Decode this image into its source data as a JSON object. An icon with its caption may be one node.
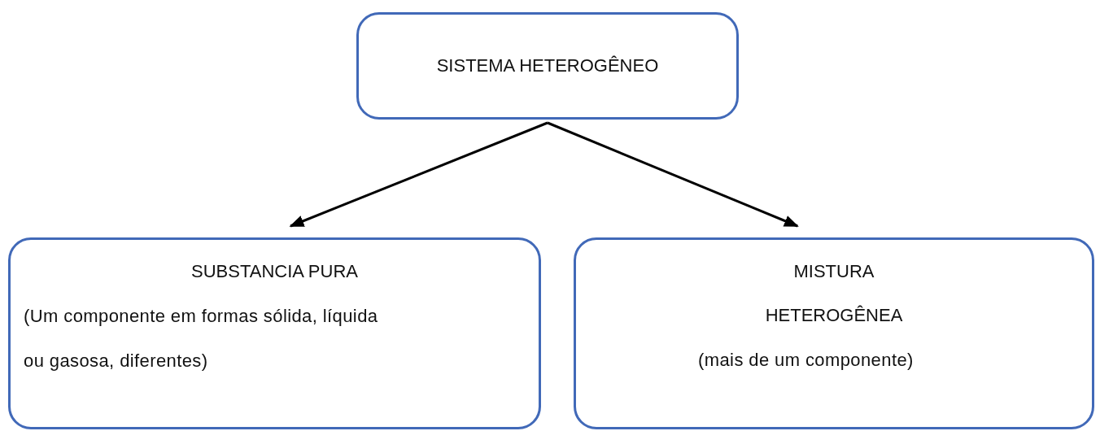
{
  "diagram": {
    "nodes": [
      {
        "text": [
          "SISTEMA HETEROGÊNEO"
        ]
      },
      {
        "text": [
          "SUBSTANCIA PURA",
          "(Um componente em formas sólida, líquida ou gasosa, diferentes)"
        ]
      },
      {
        "text": [
          "MISTURA HETEROGÊNEA",
          "(mais de um componente)"
        ]
      }
    ],
    "edges": [
      {
        "from": 0,
        "to": 1,
        "arrow": "to"
      },
      {
        "from": 0,
        "to": 2,
        "arrow": "to"
      }
    ]
  }
}
